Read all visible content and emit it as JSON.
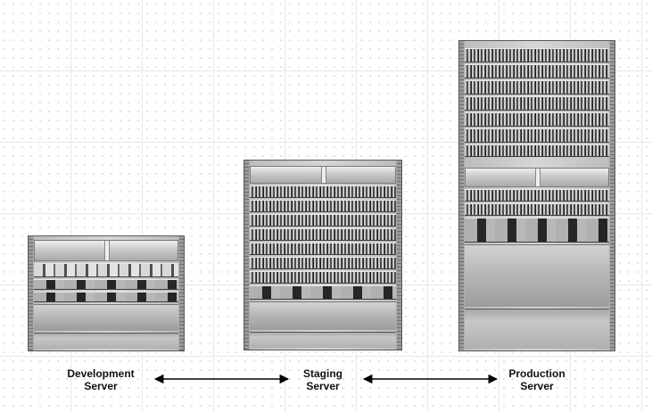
{
  "nodes": [
    {
      "id": "dev",
      "label": "Development\nServer"
    },
    {
      "id": "staging",
      "label": "Staging\nServer"
    },
    {
      "id": "prod",
      "label": "Production\nServer"
    }
  ],
  "edges": [
    {
      "from": "dev",
      "to": "staging",
      "style": "bidirectional-arrow"
    },
    {
      "from": "staging",
      "to": "prod",
      "style": "bidirectional-arrow"
    }
  ],
  "colors": {
    "arrow": "#000000",
    "label": "#111111",
    "chassis": "#c8c8c8"
  }
}
